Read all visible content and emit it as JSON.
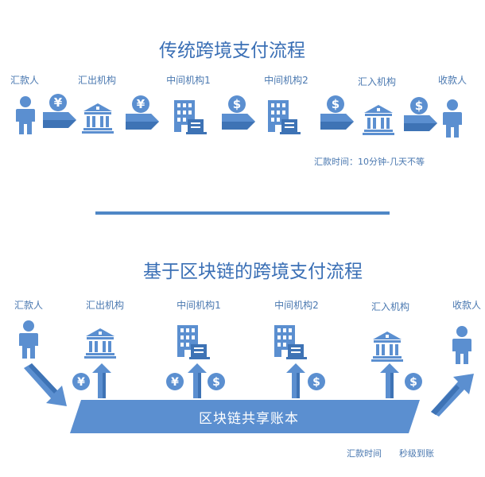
{
  "colors": {
    "primary": "#5b8fd0",
    "dark": "#2f5f95",
    "light": "#dfe8f4",
    "text": "#4a78b0"
  },
  "traditional": {
    "title": "传统跨境支付流程",
    "labels": {
      "sender": "汇款人",
      "remit_bank": "汇出机构",
      "intermediary1": "中间机构1",
      "intermediary2": "中间机构2",
      "receive_bank": "汇入机构",
      "receiver": "收款人"
    },
    "time_note": "汇款时间：10分钟-几天不等",
    "icons": [
      "person-icon",
      "yen-coin-icon",
      "bank-icon",
      "yen-coin-icon",
      "office-building-icon",
      "dollar-coin-icon",
      "office-building-icon",
      "dollar-coin-icon",
      "bank-icon",
      "dollar-coin-icon",
      "person-icon"
    ]
  },
  "blockchain": {
    "title": "基于区块链的跨境支付流程",
    "labels": {
      "sender": "汇款人",
      "remit_bank": "汇出机构",
      "intermediary1": "中间机构1",
      "intermediary2": "中间机构2",
      "receive_bank": "汇入机构",
      "receiver": "收款人"
    },
    "ledger_label": "区块链共享账本",
    "time_label": "汇款时间",
    "time_value": "秒级到账"
  }
}
